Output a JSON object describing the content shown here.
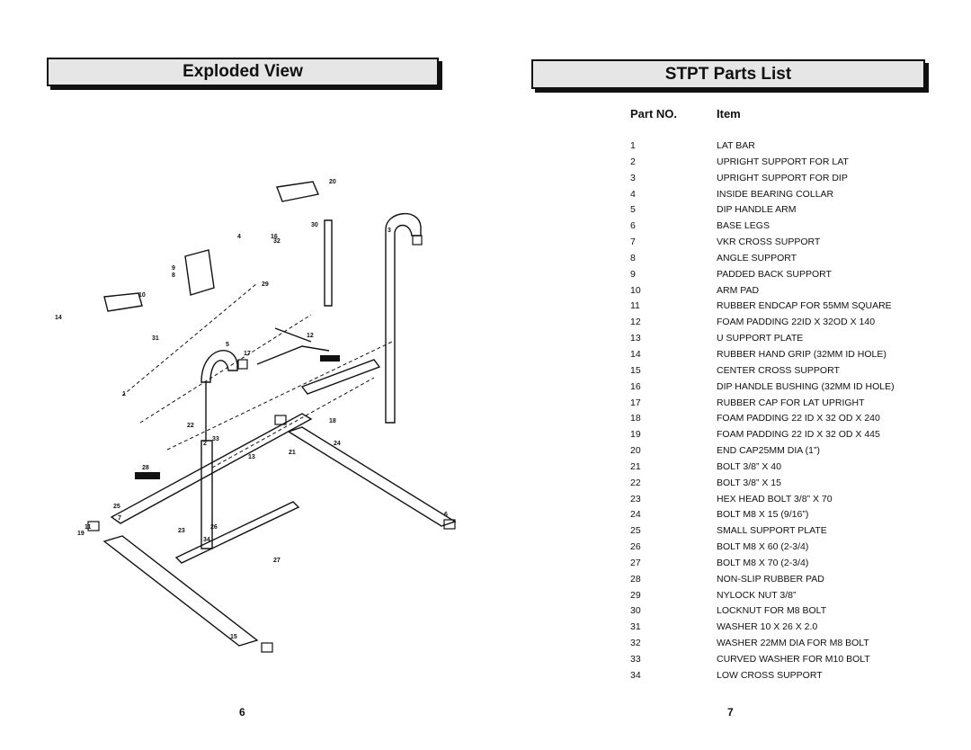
{
  "left_page": {
    "title": "Exploded View",
    "page_number": "6"
  },
  "right_page": {
    "title": "STPT Parts List",
    "page_number": "7",
    "columns": {
      "part_no": "Part NO.",
      "item": "Item"
    },
    "parts": [
      {
        "no": "1",
        "item": "LAT BAR"
      },
      {
        "no": "2",
        "item": "UPRIGHT SUPPORT FOR LAT"
      },
      {
        "no": "3",
        "item": "UPRIGHT SUPPORT FOR DIP"
      },
      {
        "no": "4",
        "item": "INSIDE BEARING COLLAR"
      },
      {
        "no": "5",
        "item": "DIP HANDLE ARM"
      },
      {
        "no": "6",
        "item": "BASE LEGS"
      },
      {
        "no": "7",
        "item": "VKR CROSS SUPPORT"
      },
      {
        "no": "8",
        "item": "ANGLE SUPPORT"
      },
      {
        "no": "9",
        "item": "PADDED BACK SUPPORT"
      },
      {
        "no": "10",
        "item": "ARM PAD"
      },
      {
        "no": "11",
        "item": "RUBBER ENDCAP FOR 55MM SQUARE"
      },
      {
        "no": "12",
        "item": "FOAM PADDING 22ID X 32OD X 140"
      },
      {
        "no": "13",
        "item": "U SUPPORT PLATE"
      },
      {
        "no": "14",
        "item": "RUBBER HAND GRIP (32MM ID HOLE)"
      },
      {
        "no": "15",
        "item": "CENTER CROSS SUPPORT"
      },
      {
        "no": "16",
        "item": "DIP HANDLE BUSHING (32MM ID HOLE)"
      },
      {
        "no": "17",
        "item": "RUBBER CAP FOR LAT UPRIGHT"
      },
      {
        "no": "18",
        "item": "FOAM PADDING 22 ID X 32 OD X 240"
      },
      {
        "no": "19",
        "item": "FOAM PADDING 22 ID X 32 OD X 445"
      },
      {
        "no": "20",
        "item": "END CAP25MM DIA (1”)"
      },
      {
        "no": "21",
        "item": "BOLT 3/8” X 40"
      },
      {
        "no": "22",
        "item": "BOLT 3/8” X 15"
      },
      {
        "no": "23",
        "item": "HEX HEAD BOLT 3/8” X 70"
      },
      {
        "no": "24",
        "item": "BOLT M8 X 15 (9/16”)"
      },
      {
        "no": "25",
        "item": "SMALL SUPPORT PLATE"
      },
      {
        "no": "26",
        "item": "BOLT M8 X 60 (2-3/4)"
      },
      {
        "no": "27",
        "item": "BOLT M8 X 70 (2-3/4)"
      },
      {
        "no": "28",
        "item": "NON-SLIP RUBBER PAD"
      },
      {
        "no": "29",
        "item": "NYLOCK NUT 3/8”"
      },
      {
        "no": "30",
        "item": "LOCKNUT FOR M8 BOLT"
      },
      {
        "no": "31",
        "item": "WASHER 10 X 26 X 2.0"
      },
      {
        "no": "32",
        "item": "WASHER 22MM DIA FOR M8 BOLT"
      },
      {
        "no": "33",
        "item": "CURVED WASHER FOR M10 BOLT"
      },
      {
        "no": "34",
        "item": "LOW CROSS SUPPORT"
      }
    ]
  },
  "diagram_labels": [
    "1",
    "2",
    "3",
    "4",
    "5",
    "6",
    "7",
    "8",
    "9",
    "10",
    "11",
    "12",
    "13",
    "14",
    "15",
    "16",
    "17",
    "18",
    "19",
    "20",
    "21",
    "22",
    "23",
    "24",
    "25",
    "26",
    "27",
    "28",
    "29",
    "30",
    "31",
    "32",
    "33",
    "34"
  ]
}
